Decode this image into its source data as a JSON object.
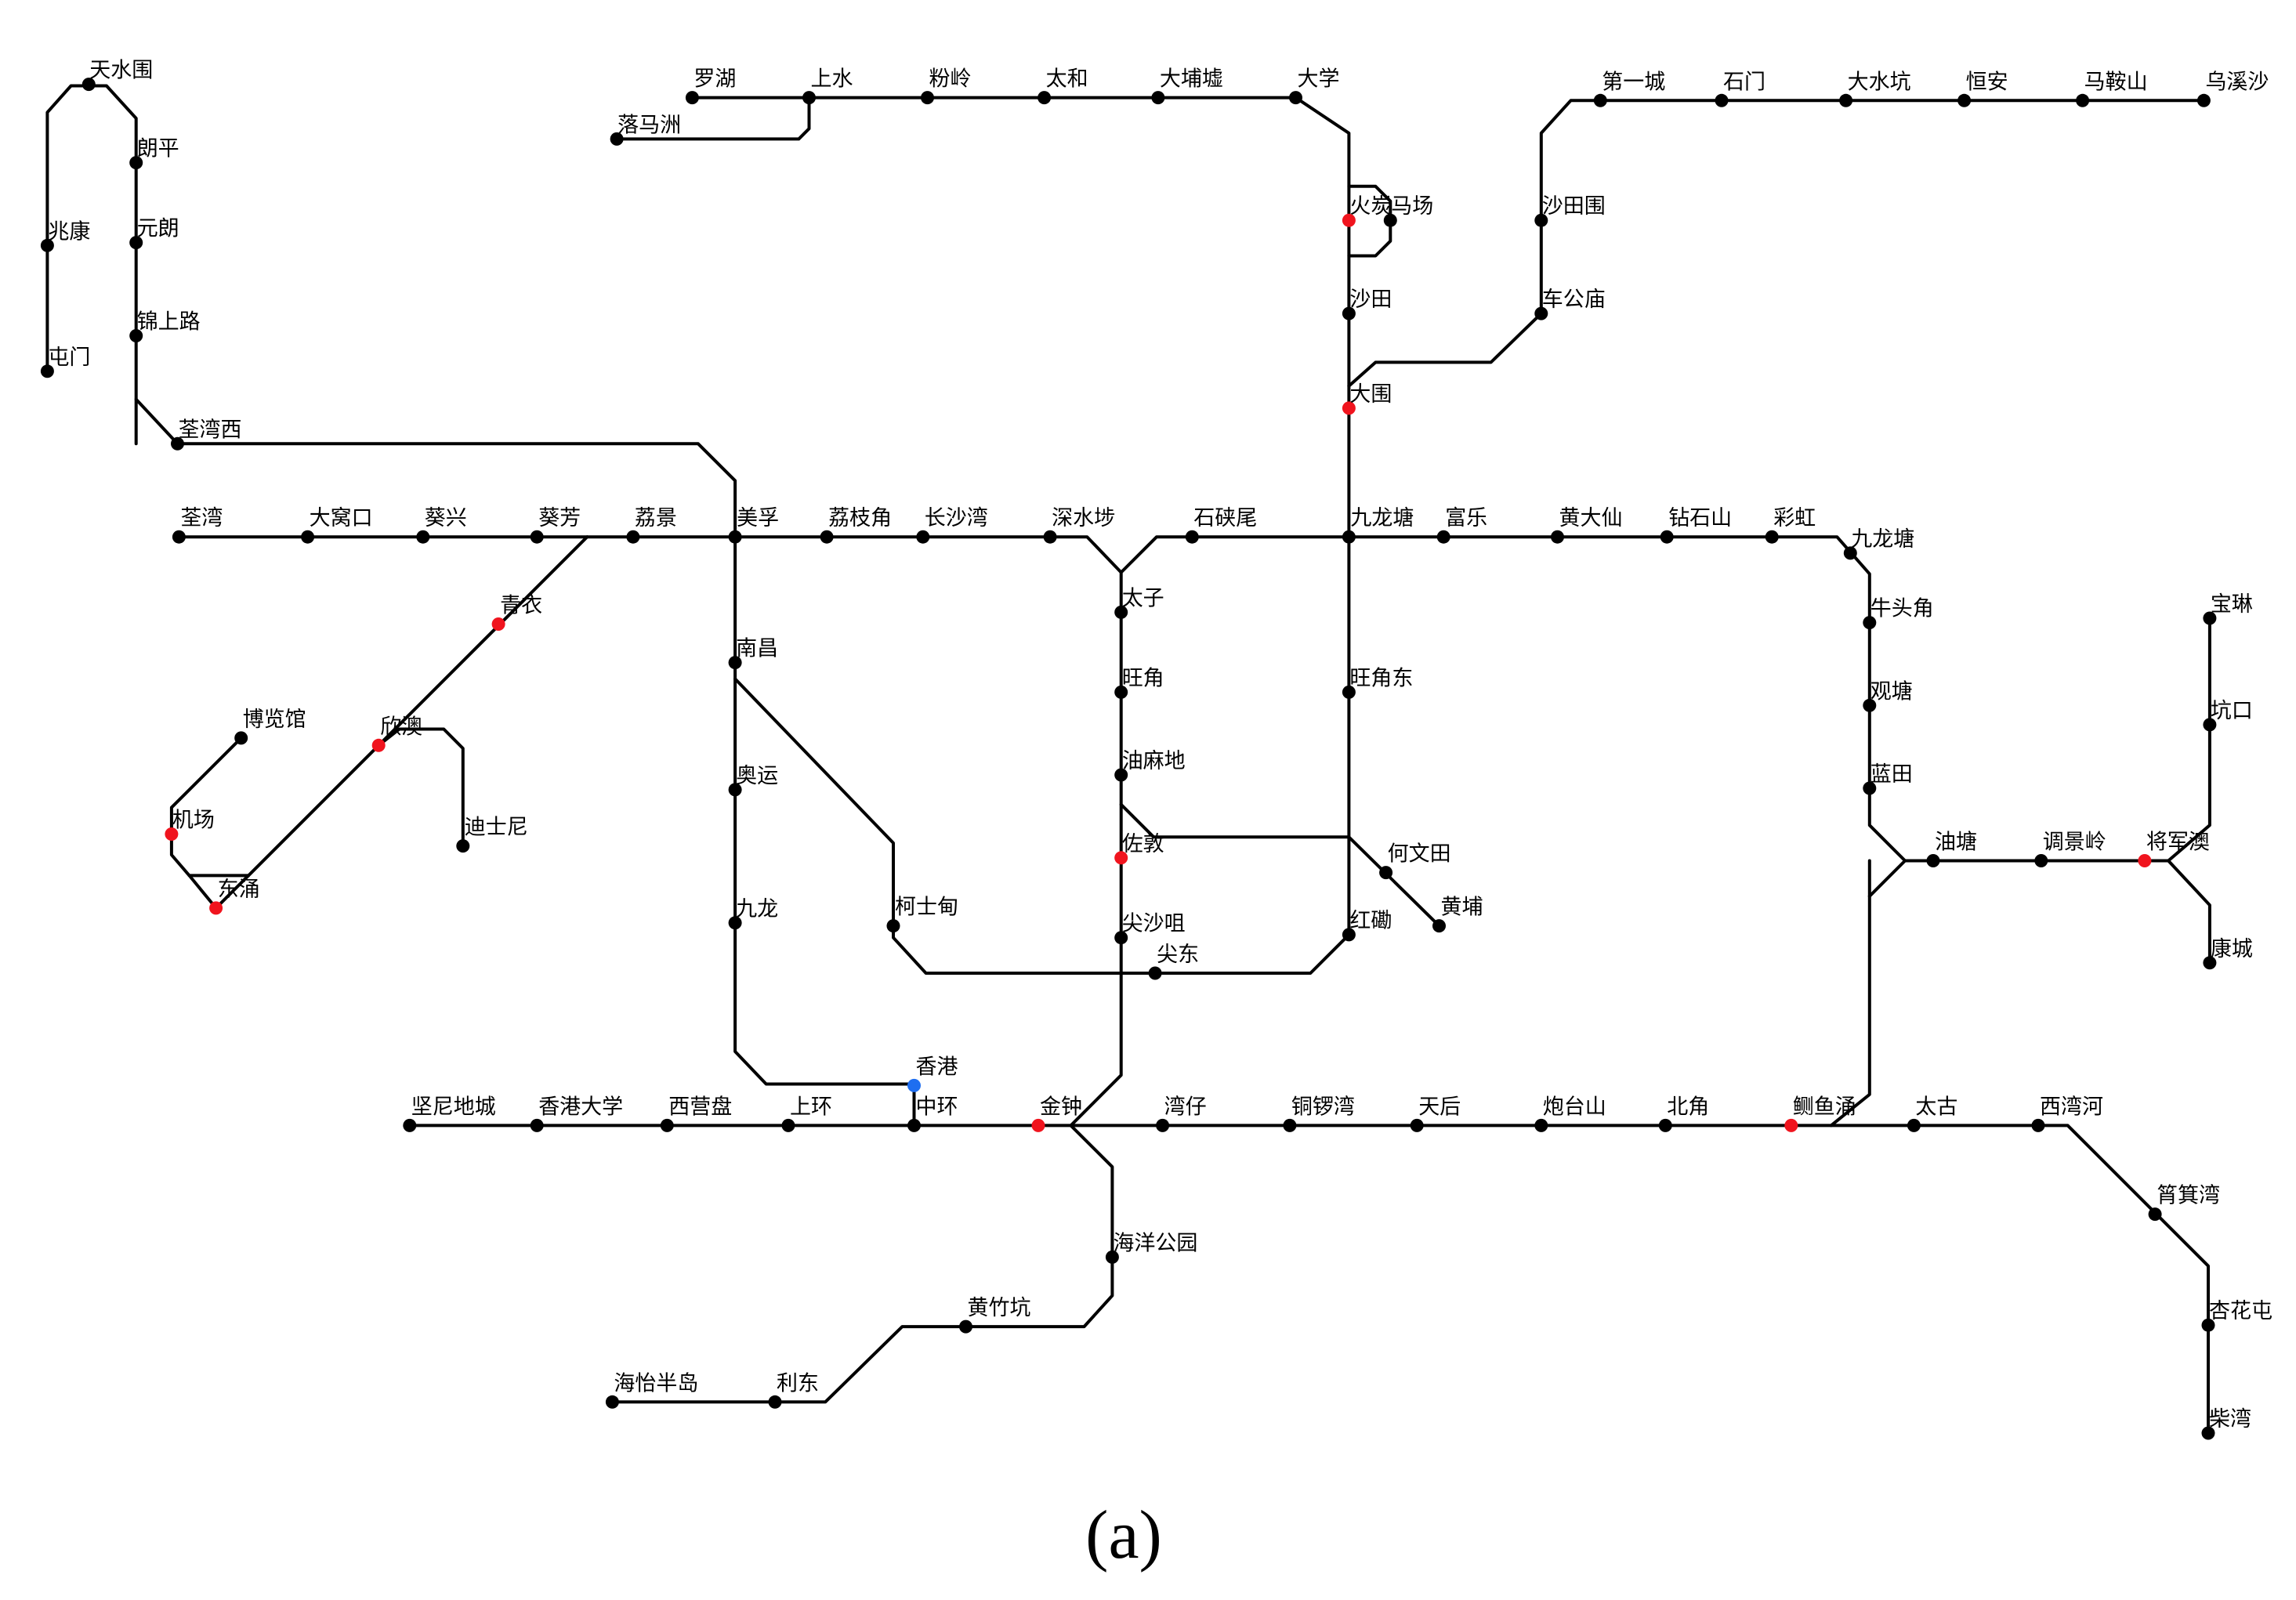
{
  "map": {
    "caption": "(a)",
    "colors": {
      "line": "#000000",
      "station": "#000000",
      "transfer": "#f0141e",
      "special": "#1e6ef0",
      "background": "#ffffff"
    },
    "stations": [
      {
        "id": "tianshuiwei",
        "name": "天水围"
      },
      {
        "id": "langping",
        "name": "朗平"
      },
      {
        "id": "yuanlang",
        "name": "元朗"
      },
      {
        "id": "zhaokang",
        "name": "兆康"
      },
      {
        "id": "jinshanglu",
        "name": "锦上路"
      },
      {
        "id": "tunmen",
        "name": "屯门"
      },
      {
        "id": "quanwanxi",
        "name": "荃湾西"
      },
      {
        "id": "luohu",
        "name": "罗湖"
      },
      {
        "id": "luomazhou",
        "name": "落马洲"
      },
      {
        "id": "shangshui",
        "name": "上水"
      },
      {
        "id": "fenling",
        "name": "粉岭"
      },
      {
        "id": "taihe",
        "name": "太和"
      },
      {
        "id": "dabuxu",
        "name": "大埔墟"
      },
      {
        "id": "daxue",
        "name": "大学"
      },
      {
        "id": "huotan",
        "name": "火炭",
        "type": "transfer"
      },
      {
        "id": "machang",
        "name": "马场"
      },
      {
        "id": "shatian",
        "name": "沙田"
      },
      {
        "id": "dawei",
        "name": "大围",
        "type": "transfer"
      },
      {
        "id": "diyicheng",
        "name": "第一城"
      },
      {
        "id": "shimen",
        "name": "石门"
      },
      {
        "id": "dashuikeng",
        "name": "大水坑"
      },
      {
        "id": "hengan",
        "name": "恒安"
      },
      {
        "id": "maanshan",
        "name": "马鞍山"
      },
      {
        "id": "wuxisha",
        "name": "乌溪沙"
      },
      {
        "id": "shatianwei",
        "name": "沙田围"
      },
      {
        "id": "chegongmiao",
        "name": "车公庙"
      },
      {
        "id": "quanwan",
        "name": "荃湾"
      },
      {
        "id": "dawokou",
        "name": "大窝口"
      },
      {
        "id": "kuixing",
        "name": "葵兴"
      },
      {
        "id": "kuifang",
        "name": "葵芳"
      },
      {
        "id": "lijing",
        "name": "荔景"
      },
      {
        "id": "meifu",
        "name": "美孚"
      },
      {
        "id": "lizhijiao",
        "name": "荔枝角"
      },
      {
        "id": "changshawan",
        "name": "长沙湾"
      },
      {
        "id": "shenshuibu",
        "name": "深水埗"
      },
      {
        "id": "shixiawei",
        "name": "石硖尾"
      },
      {
        "id": "jiulongtang",
        "name": "九龙塘"
      },
      {
        "id": "fule",
        "name": "富乐"
      },
      {
        "id": "huangdaxian",
        "name": "黄大仙"
      },
      {
        "id": "zuanshishan",
        "name": "钻石山"
      },
      {
        "id": "caihong",
        "name": "彩虹"
      },
      {
        "id": "jiulongtang2",
        "name": "九龙塘"
      },
      {
        "id": "niutoujiao",
        "name": "牛头角"
      },
      {
        "id": "guantang",
        "name": "观塘"
      },
      {
        "id": "lantian",
        "name": "蓝田"
      },
      {
        "id": "youtang",
        "name": "油塘"
      },
      {
        "id": "diaojingling",
        "name": "调景岭"
      },
      {
        "id": "jiangjunao",
        "name": "将军澳",
        "type": "transfer"
      },
      {
        "id": "baolin",
        "name": "宝琳"
      },
      {
        "id": "kengkou",
        "name": "坑口"
      },
      {
        "id": "kangcheng",
        "name": "康城"
      },
      {
        "id": "qingyi",
        "name": "青衣",
        "type": "transfer"
      },
      {
        "id": "bolanguan",
        "name": "博览馆"
      },
      {
        "id": "xinao",
        "name": "欣澳",
        "type": "transfer"
      },
      {
        "id": "dishini",
        "name": "迪士尼"
      },
      {
        "id": "jichang",
        "name": "机场",
        "type": "transfer"
      },
      {
        "id": "dongyong",
        "name": "东涌",
        "type": "transfer"
      },
      {
        "id": "nanchang",
        "name": "南昌"
      },
      {
        "id": "aoyun",
        "name": "奥运"
      },
      {
        "id": "jiulong",
        "name": "九龙"
      },
      {
        "id": "keshidian",
        "name": "柯士甸"
      },
      {
        "id": "taizi",
        "name": "太子"
      },
      {
        "id": "wangjiao",
        "name": "旺角"
      },
      {
        "id": "youmadi",
        "name": "油麻地"
      },
      {
        "id": "zuodun",
        "name": "佐敦",
        "type": "transfer"
      },
      {
        "id": "jianshazui",
        "name": "尖沙咀"
      },
      {
        "id": "jiandong",
        "name": "尖东"
      },
      {
        "id": "wangjiaodong",
        "name": "旺角东"
      },
      {
        "id": "hewentian",
        "name": "何文田"
      },
      {
        "id": "huangpu",
        "name": "黄埔"
      },
      {
        "id": "hongkan",
        "name": "红磡"
      },
      {
        "id": "xianggang",
        "name": "香港",
        "type": "special"
      },
      {
        "id": "jiannidicheng",
        "name": "坚尼地城"
      },
      {
        "id": "xianggangdaxue",
        "name": "香港大学"
      },
      {
        "id": "xiyingpan",
        "name": "西营盘"
      },
      {
        "id": "shanghuan",
        "name": "上环"
      },
      {
        "id": "zhonghuan",
        "name": "中环"
      },
      {
        "id": "jinzhong",
        "name": "金钟",
        "type": "transfer"
      },
      {
        "id": "wanzai",
        "name": "湾仔"
      },
      {
        "id": "tongluowan",
        "name": "铜锣湾"
      },
      {
        "id": "tianhou",
        "name": "天后"
      },
      {
        "id": "paotaishan",
        "name": "炮台山"
      },
      {
        "id": "beijiao",
        "name": "北角"
      },
      {
        "id": "zeiyuyong",
        "name": "鲗鱼涌",
        "type": "transfer"
      },
      {
        "id": "taigu",
        "name": "太古"
      },
      {
        "id": "xiwanhe",
        "name": "西湾河"
      },
      {
        "id": "shaojiwan",
        "name": "筲箕湾"
      },
      {
        "id": "xinghuatun",
        "name": "杏花屯"
      },
      {
        "id": "chaiwan",
        "name": "柴湾"
      },
      {
        "id": "haiyanggongyuan",
        "name": "海洋公园"
      },
      {
        "id": "huangzhukeng",
        "name": "黄竹坑"
      },
      {
        "id": "lidong",
        "name": "利东"
      },
      {
        "id": "haiyibandao",
        "name": "海怡半岛"
      }
    ]
  }
}
